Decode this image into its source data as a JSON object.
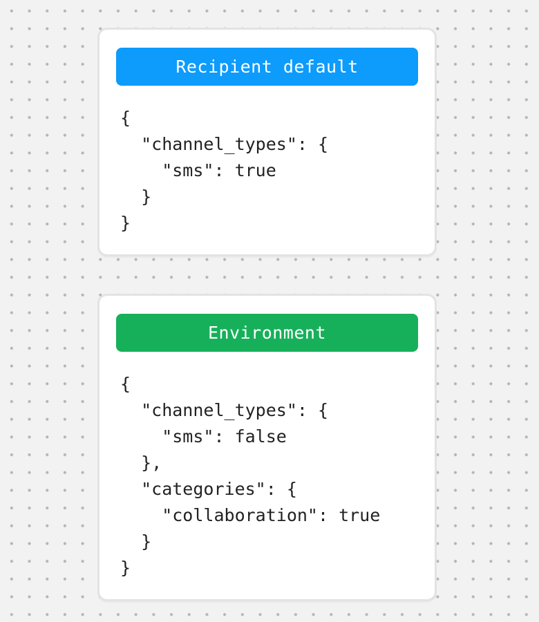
{
  "canvas": {
    "background_color": "#f2f2f2",
    "dot_color": "#b3b3b3"
  },
  "cards": [
    {
      "title": "Recipient default",
      "header_color": "#0d9bfc",
      "code": "{\n  \"channel_types\": {\n    \"sms\": true\n  }\n}"
    },
    {
      "title": "Environment",
      "header_color": "#17b05a",
      "code": "{\n  \"channel_types\": {\n    \"sms\": false\n  },\n  \"categories\": {\n    \"collaboration\": true\n  }\n}"
    }
  ]
}
